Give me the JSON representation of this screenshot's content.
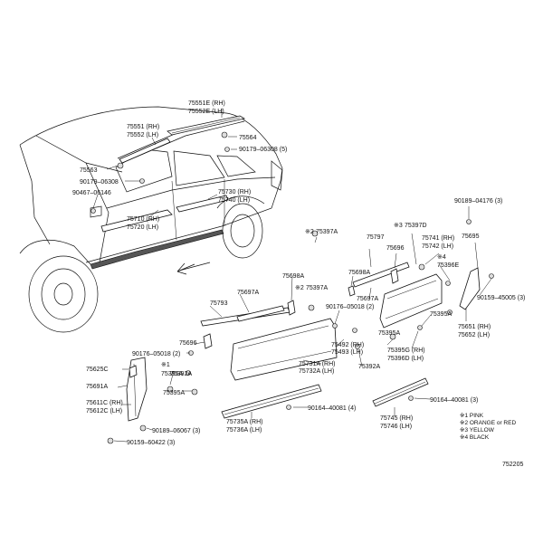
{
  "labels": {
    "p75551E": "75551E (RH)",
    "p75552E": "75552E (LH)",
    "p75551": "75551 (RH)",
    "p75552": "75552 (LH)",
    "p75564": "75564",
    "p90179_5": "90179–06308 (5)",
    "p75563": "75563",
    "p90179": "90179–06308",
    "p90467": "90467–06146",
    "p75710": "75710 (RH)",
    "p75720": "75720 (LH)",
    "p75730": "75730 (RH)",
    "p75740": "75740 (LH)",
    "p90189_3": "90189–04176 (3)",
    "p75397A_a": "75397A",
    "p75397D": "75397D",
    "p75797": "75797",
    "p75696_r": "75696",
    "p75695": "75695",
    "p75741": "75741 (RH)",
    "p75742": "75742 (LH)",
    "p75396E": "75396E",
    "p75698A_a": "75698A",
    "p75698A_b": "75698A",
    "p90159_45005": "90159–45005 (3)",
    "p75793": "75793",
    "p75697A_a": "75697A",
    "p75397A_b": "75397A",
    "p75697A_b": "75697A",
    "p90176_2a": "90176–05018 (2)",
    "p75395A_r": "75395A",
    "p75651": "75651 (RH)",
    "p75652": "75652 (LH)",
    "p75696_l": "75696",
    "p75492": "75492 (RH)",
    "p75493": "75493 (LH)",
    "p75395A_m": "75395A",
    "p75395G": "75395G (RH)",
    "p75396D": "75396D (LH)",
    "p90176_2b": "90176–05018 (2)",
    "p75392A_a": "75392A",
    "p75392A_b": "75392A",
    "p75625C": "75625C",
    "p75395A_l": "75395A",
    "p75691A": "75691A",
    "p75731A": "75731A (RH)",
    "p75732A": "75732A (LH)",
    "p75395A_b": "75395A",
    "p75611C": "75611C (RH)",
    "p75612C": "75612C (LH)",
    "p90164_4a": "90164–40081 (4)",
    "p90164_4b": "90164–40081 (3)",
    "p75735A": "75735A (RH)",
    "p75736A": "75736A (LH)",
    "p75745": "75745 (RH)",
    "p75746": "75746 (LH)",
    "p90189_06067": "90189–06067 (3)",
    "p90159_60422": "90159–60422 (3)",
    "m1": "※1",
    "m2": "※2",
    "m3": "※3",
    "m4": "※4"
  },
  "legend": {
    "l1": "※1 PINK",
    "l2": "※2 ORANGE or RED",
    "l3": "※3 YELLOW",
    "l4": "※4 BLACK"
  },
  "code": "752205"
}
